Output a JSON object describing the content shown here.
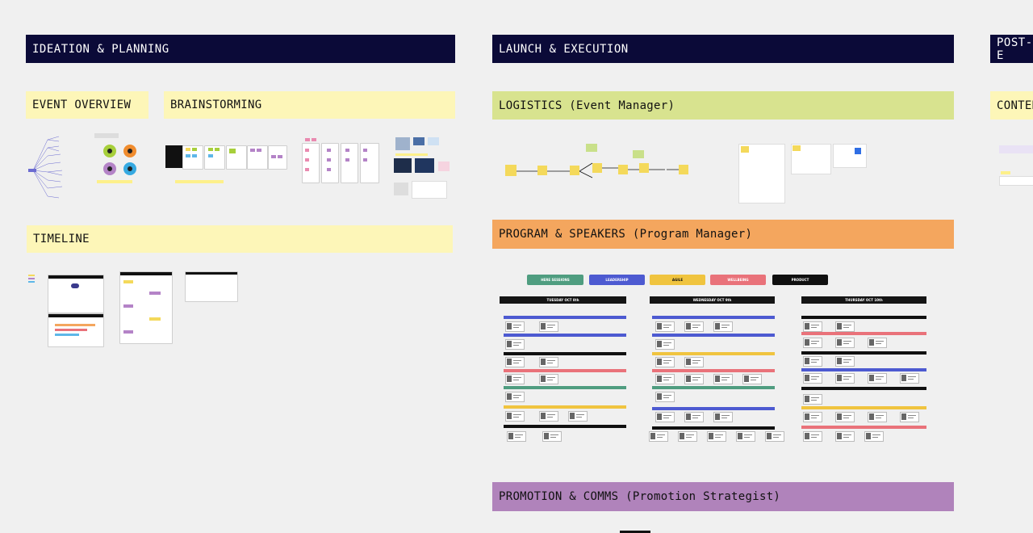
{
  "headers": {
    "ideation": "IDEATION & PLANNING",
    "launch": "LAUNCH & EXECUTION",
    "post": "POST-E"
  },
  "sections": {
    "event_overview": "EVENT OVERVIEW",
    "brainstorming": "BRAINSTORMING",
    "timeline": "TIMELINE",
    "logistics": "LOGISTICS (Event Manager)",
    "program": "PROGRAM & SPEAKERS (Program Manager)",
    "promotion": "PROMOTION & COMMS (Promotion Strategist)",
    "content": "CONTEN"
  },
  "program": {
    "tracks": [
      "HERE SESSIONS",
      "LEADERSHIP",
      "AGILE",
      "WELLBEING",
      "PRODUCT"
    ],
    "days": [
      "TUESDAY OCT 8th",
      "WEDNESDAY OCT 9th",
      "THURSDAY OCT 10th"
    ]
  },
  "colors": {
    "header_dark": "#0b0a38",
    "section_yellow": "#fdf6b8",
    "logistics_green": "#d8e38f",
    "program_orange": "#f4a65e",
    "promotion_purple": "#b083bb",
    "track_green": "#4f9d80",
    "track_blue": "#4d5ad1",
    "track_yellow": "#f0c43f",
    "track_pink": "#e9727a",
    "track_black": "#101010"
  },
  "icons": {
    "flow": "flowchart-diagram",
    "mindmap": "mindmap-diagram"
  }
}
